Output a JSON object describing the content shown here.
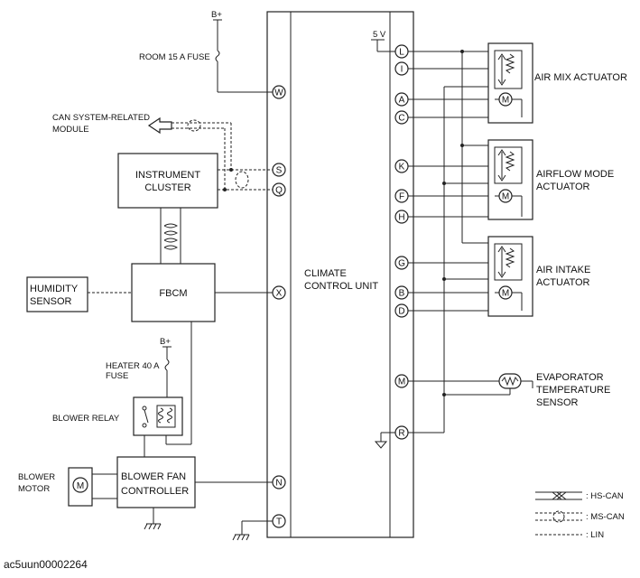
{
  "labels": {
    "bplus_top": "B+",
    "room_fuse": "ROOM 15 A FUSE",
    "can_module_1": "CAN SYSTEM-RELATED",
    "can_module_2": "MODULE",
    "instrument_1": "INSTRUMENT",
    "instrument_2": "CLUSTER",
    "humidity_1": "HUMIDITY",
    "humidity_2": "SENSOR",
    "fbcm": "FBCM",
    "bplus_heater": "B+",
    "heater_fuse_1": "HEATER 40 A",
    "heater_fuse_2": "FUSE",
    "blower_relay": "BLOWER RELAY",
    "blower_motor_1": "BLOWER",
    "blower_motor_2": "MOTOR",
    "blower_fan_1": "BLOWER FAN",
    "blower_fan_2": "CONTROLLER",
    "ccu_1": "CLIMATE",
    "ccu_2": "CONTROL UNIT",
    "five_v": "5 V",
    "air_mix": "AIR MIX ACTUATOR",
    "airflow_1": "AIRFLOW MODE",
    "airflow_2": "ACTUATOR",
    "air_intake_1": "AIR INTAKE",
    "air_intake_2": "ACTUATOR",
    "evap_1": "EVAPORATOR",
    "evap_2": "TEMPERATURE",
    "evap_3": "SENSOR",
    "motor_symbol": "M"
  },
  "pins": {
    "W": "W",
    "S": "S",
    "Q": "Q",
    "X": "X",
    "N": "N",
    "T": "T",
    "L": "L",
    "I": "I",
    "A": "A",
    "C": "C",
    "K": "K",
    "F": "F",
    "H": "H",
    "G": "G",
    "B": "B",
    "D": "D",
    "M": "M",
    "R": "R"
  },
  "legend": {
    "hs_can": ": HS-CAN",
    "ms_can": ": MS-CAN",
    "lin": ": LIN"
  },
  "caption": "ac5uun00002264"
}
